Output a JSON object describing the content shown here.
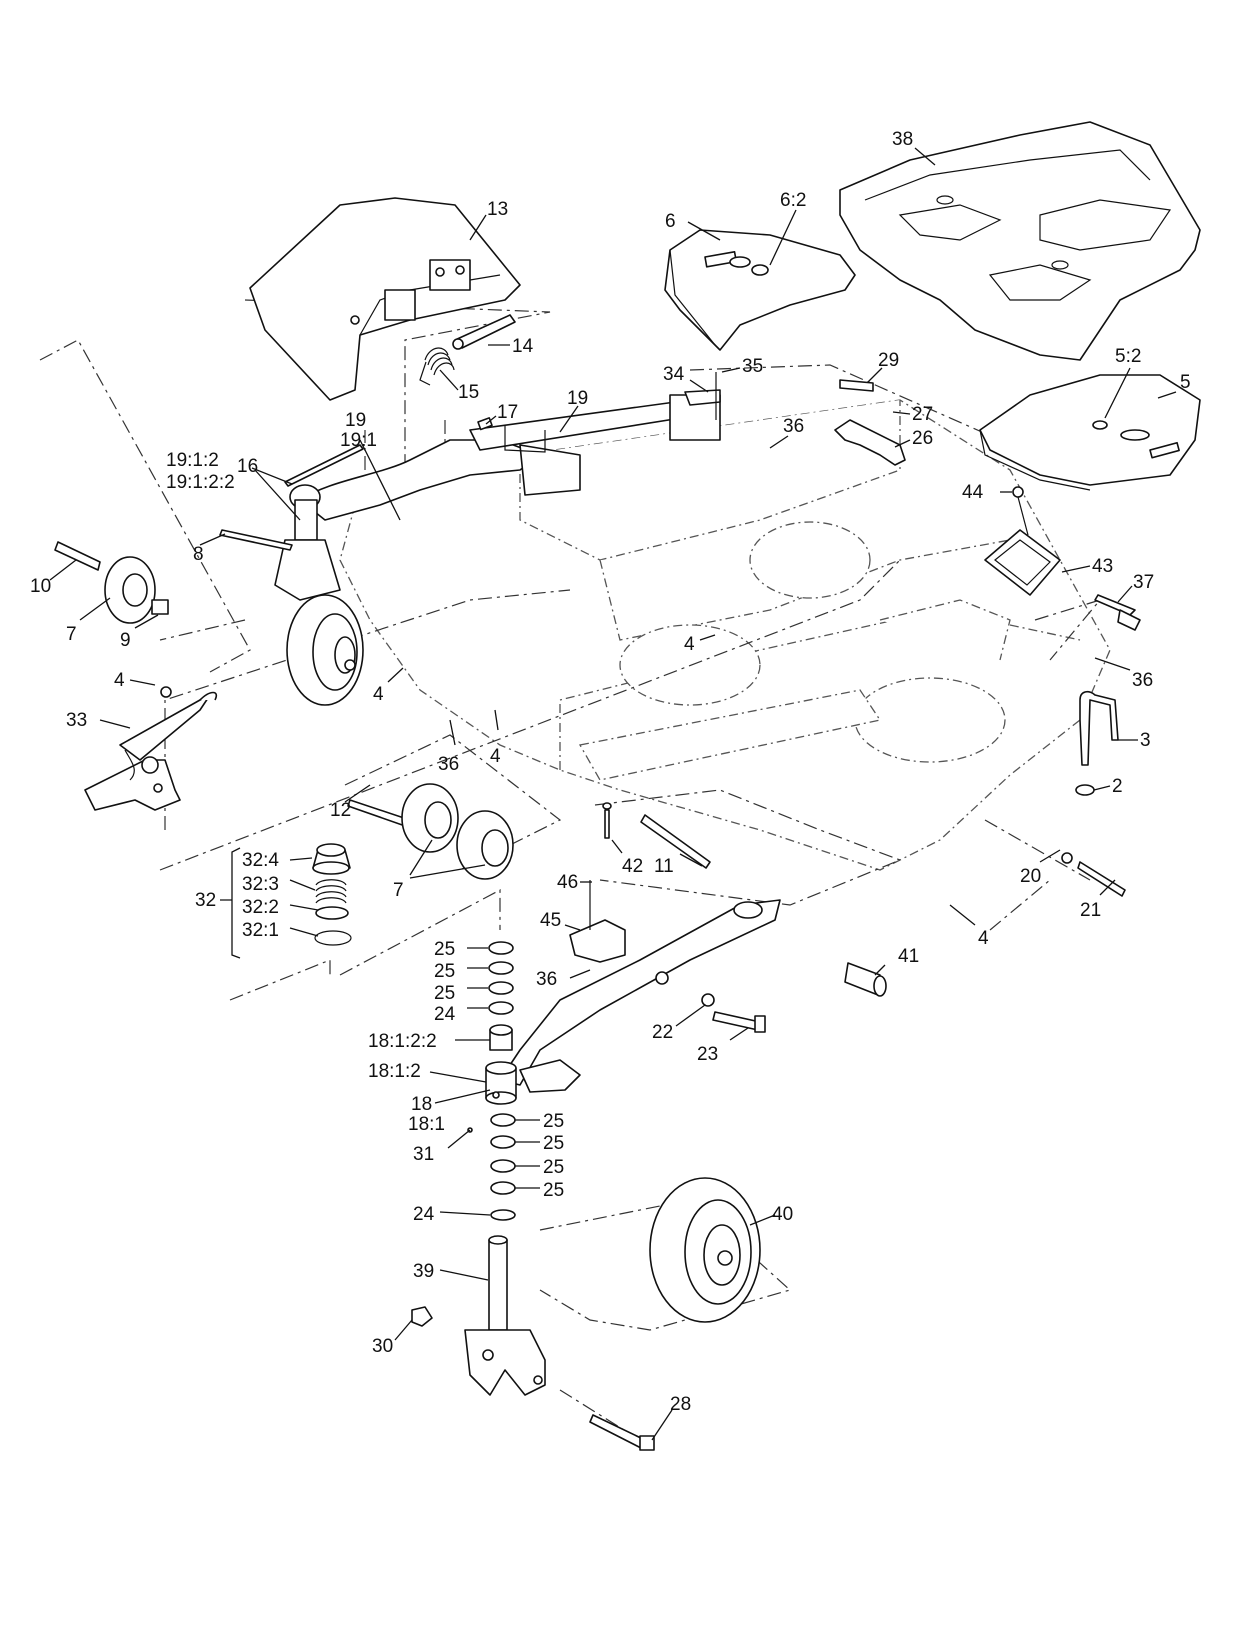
{
  "callouts": {
    "c13": "13",
    "c14": "14",
    "c15": "15",
    "c6": "6",
    "c6_2": "6:2",
    "c38": "38",
    "c34": "34",
    "c35": "35",
    "c29": "29",
    "c5_2": "5:2",
    "c5": "5",
    "c19a": "19",
    "c19_1": "19:1",
    "c19b": "19",
    "c17": "17",
    "c27": "27",
    "c26": "26",
    "c36a": "36",
    "c19_1_2": "19:1:2",
    "c19_1_2_2": "19:1:2:2",
    "c16": "16",
    "c8": "8",
    "c44": "44",
    "c43": "43",
    "c37": "37",
    "c10": "10",
    "c7a": "7",
    "c9": "9",
    "c4a": "4",
    "c4b": "4",
    "c4c": "4",
    "c36b": "36",
    "c33": "33",
    "c36c": "36",
    "c4d": "4",
    "c3": "3",
    "c2": "2",
    "c12": "12",
    "c7b": "7",
    "c42": "42",
    "c11": "11",
    "c20": "20",
    "c21": "21",
    "c32": "32",
    "c32_4": "32:4",
    "c32_3": "32:3",
    "c32_2": "32:2",
    "c32_1": "32:1",
    "c46": "46",
    "c45": "45",
    "c4e": "4",
    "c41": "41",
    "c25a": "25",
    "c25b": "25",
    "c25c": "25",
    "c24a": "24",
    "c36d": "36",
    "c22": "22",
    "c23": "23",
    "c18_1_2_2": "18:1:2:2",
    "c18_1_2": "18:1:2",
    "c18": "18",
    "c18_1": "18:1",
    "c31": "31",
    "c25d": "25",
    "c25e": "25",
    "c25f": "25",
    "c25g": "25",
    "c24b": "24",
    "c40": "40",
    "c39": "39",
    "c30": "30",
    "c28": "28"
  }
}
